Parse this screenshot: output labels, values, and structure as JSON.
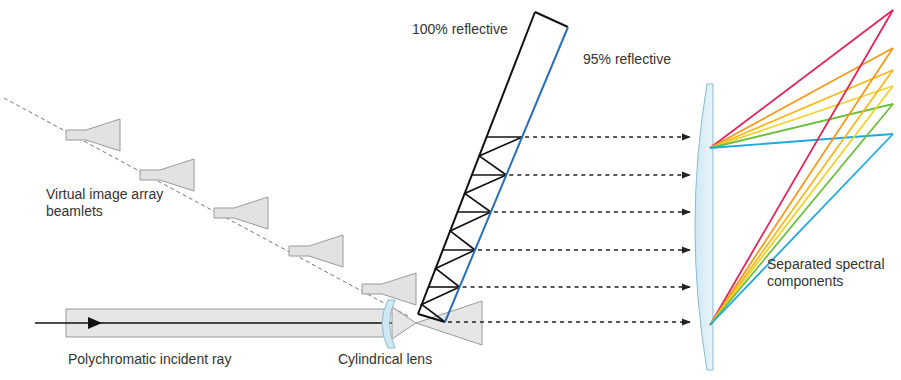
{
  "diagram": {
    "labels": [
      "100% reflective",
      "95% reflective",
      "Virtual image array beamlets",
      "Polychromatic incident ray",
      "Cylindrical lens",
      "Separated spectral components"
    ]
  }
}
